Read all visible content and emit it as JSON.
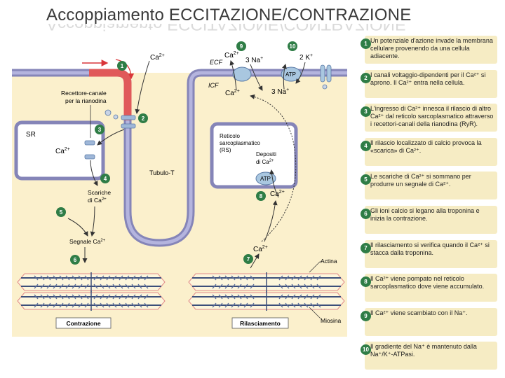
{
  "title": "Accoppiamento ECCITAZIONE/CONTRAZIONE",
  "diagram": {
    "ca2": "Ca",
    "ca2_sup": "2+",
    "na3": "3 Na",
    "na_sup": "+",
    "k2": "2 K",
    "k_sup": "+",
    "atp": "ATP",
    "ecf": "ECF",
    "icf": "ICF",
    "ryr": "Recettore-canale per la rianodina",
    "ryr_line1": "Recettore-canale",
    "ryr_line2": "per la rianodina",
    "sr": "SR",
    "sr_full_line1": "Reticolo",
    "sr_full_line2": "sarcoplasmatico",
    "sr_full_line3": "(RS)",
    "deposits_line1": "Depositi",
    "deposits_line2": "di Ca",
    "tubule": "Tubulo-T",
    "sparks_line1": "Scariche",
    "sparks_line2": "di Ca",
    "signal": "Segnale Ca",
    "actin": "Actina",
    "myosin": "Miosina",
    "contraction": "Contrazione",
    "relaxation": "Rilasciamento",
    "numbers": [
      "1",
      "2",
      "3",
      "4",
      "5",
      "6",
      "7",
      "8",
      "9",
      "10"
    ]
  },
  "steps": [
    {
      "num": "1",
      "text": "Un potenziale d'azione invade la membrana cellulare provenendo da una cellula adiacente."
    },
    {
      "num": "2",
      "text": "I canali voltaggio-dipendenti per il Ca²⁺ si aprono. Il Ca²⁺ entra nella cellula."
    },
    {
      "num": "3",
      "text": "L'ingresso di Ca²⁺ innesca il rilascio di altro Ca²⁺ dal reticolo sarcoplasmatico attraverso i recettori-canali della rianodina (RyR)."
    },
    {
      "num": "4",
      "text": "Il rilascio localizzato di calcio provoca la «scarica» di Ca²⁺."
    },
    {
      "num": "5",
      "text": "Le scariche di Ca²⁺ si sommano per produrre un segnale di Ca²⁺."
    },
    {
      "num": "6",
      "text": "Gli ioni calcio si legano alla troponina e inizia la contrazione."
    },
    {
      "num": "7",
      "text": "Il rilasciamento si verifica quando il Ca²⁺ si stacca dalla troponina."
    },
    {
      "num": "8",
      "text": "Il Ca²⁺ viene pompato nel reticolo sarcoplasmatico dove viene accumulato."
    },
    {
      "num": "9",
      "text": "Il Ca²⁺ viene scambiato con il Na⁺."
    },
    {
      "num": "10",
      "text": "Il gradiente del Na⁺ è mantenuto dalla Na⁺/K⁺-ATPasi."
    }
  ],
  "colors": {
    "cytoplasm": "#fbf0cc",
    "membrane": "#a6a6d4",
    "membrane_dark": "#8585b8",
    "highlight": "#e0595a",
    "badge": "#2f7d46",
    "myosin": "#5b6e9c"
  }
}
